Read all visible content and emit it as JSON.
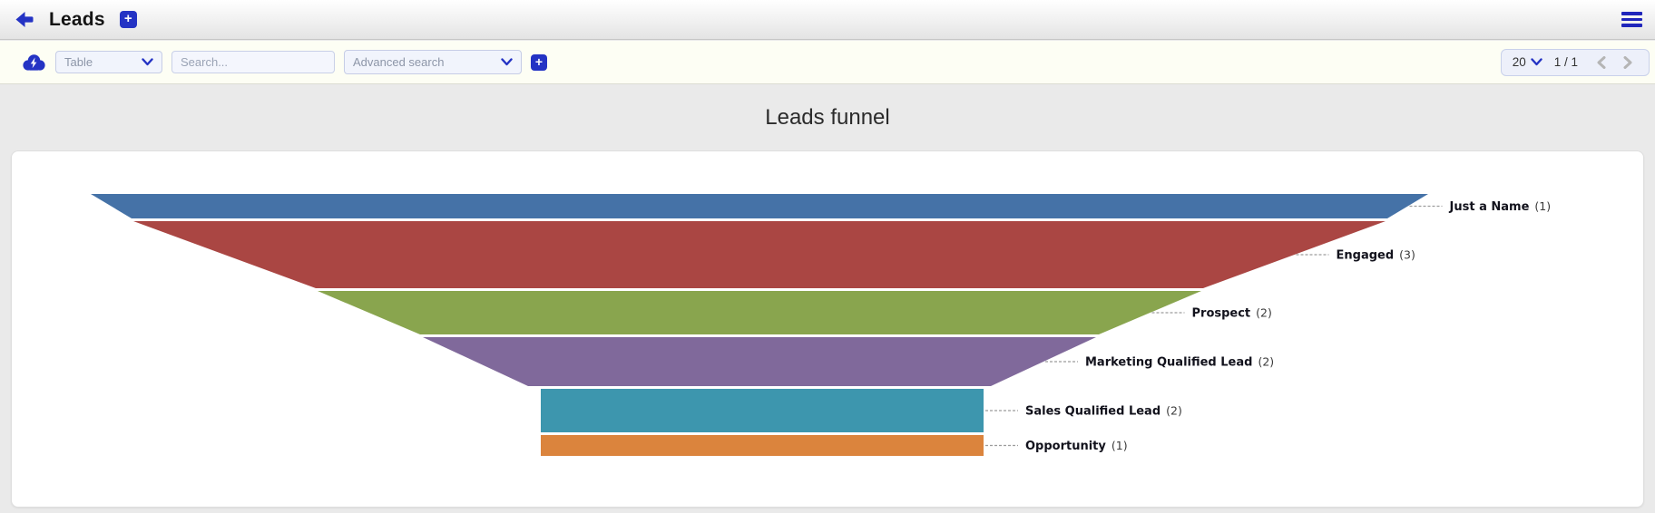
{
  "header": {
    "title": "Leads",
    "add_label": "+"
  },
  "toolbar": {
    "view_select": {
      "value": "Table"
    },
    "search": {
      "placeholder": "Search..."
    },
    "advanced_search": {
      "value": "Advanced search"
    },
    "add_label": "+",
    "pagination": {
      "page_size": "20",
      "range": "1 / 1"
    }
  },
  "chart": {
    "title": "Leads funnel"
  },
  "chart_data": {
    "type": "funnel",
    "title": "Leads funnel",
    "stages": [
      {
        "label": "Just a Name",
        "value": 1,
        "color": "#4572a7"
      },
      {
        "label": "Engaged",
        "value": 3,
        "color": "#aa4643"
      },
      {
        "label": "Prospect",
        "value": 2,
        "color": "#89a54e"
      },
      {
        "label": "Marketing Qualified Lead",
        "value": 2,
        "color": "#80699b"
      },
      {
        "label": "Sales Qualified Lead",
        "value": 2,
        "color": "#3d96ae"
      },
      {
        "label": "Opportunity",
        "value": 1,
        "color": "#db843d"
      }
    ],
    "legend_position": "right-connected-labels",
    "orientation": "inverted-triangle"
  },
  "colors": {
    "accent_blue": "#2433c4",
    "toolbar_bg": "#fdfef4",
    "page_bg": "#eaeaea",
    "connector_line": "#9c9c9c"
  }
}
